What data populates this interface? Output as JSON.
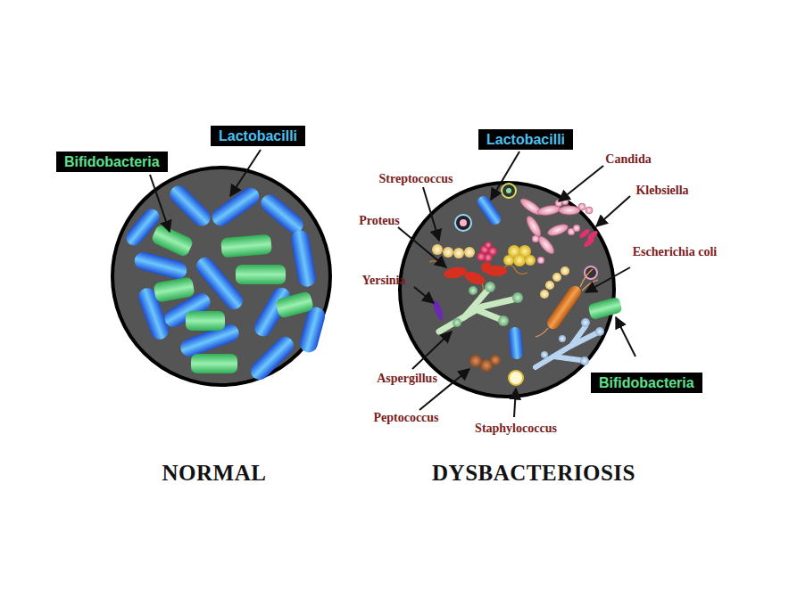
{
  "diagram": {
    "nodes": [
      {
        "text": [
          "Lactobacilli"
        ]
      },
      {
        "text": [
          "Bifidobacteria"
        ]
      },
      {
        "text": [
          "Lactobacilli"
        ]
      },
      {
        "text": [
          "Bifidobacteria"
        ]
      }
    ],
    "labels": [
      "Streptococcus",
      "Candida",
      "Klebsiella",
      "Proteus",
      "Escherichia coli",
      "Yersinia",
      "Aspergillus",
      "Peptococcus",
      "Staphylococcus",
      "NORMAL",
      "DYSBACTERIOSIS"
    ]
  }
}
